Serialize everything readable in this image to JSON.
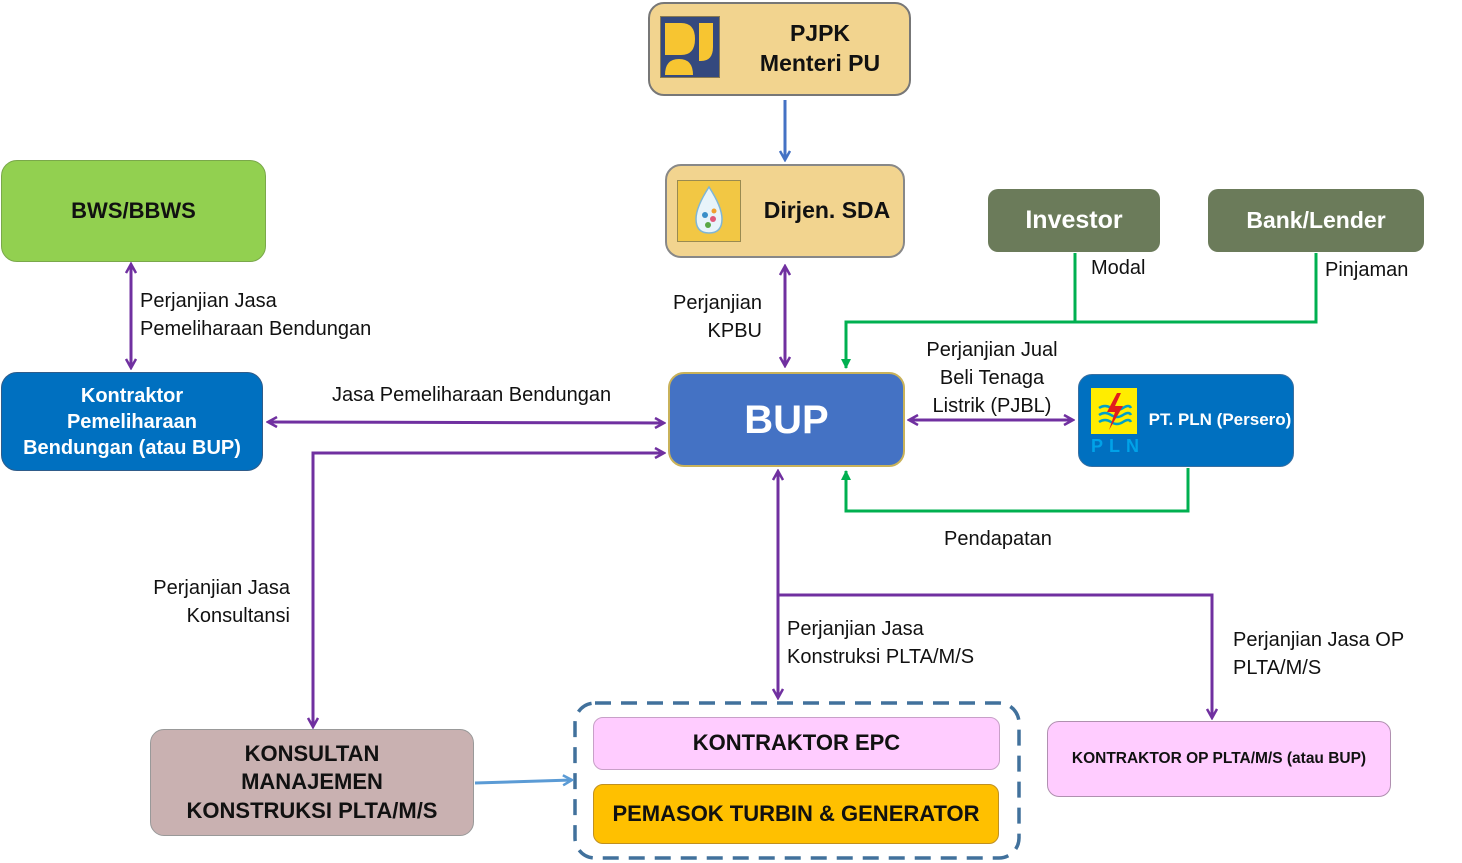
{
  "diagram": {
    "nodes": {
      "pjpk": {
        "label": "PJPK\nMenteri PU",
        "icon": "pu-ministry-logo-icon"
      },
      "dirjen": {
        "label": "Dirjen. SDA",
        "icon": "water-drop-logo-icon"
      },
      "bws": {
        "label": "BWS/BBWS"
      },
      "kontraktor_pemeliharaan": {
        "label": "Kontraktor\nPemeliharaan\nBendungan (atau BUP)"
      },
      "bup": {
        "label": "BUP"
      },
      "investor": {
        "label": "Investor"
      },
      "bank": {
        "label": "Bank/Lender"
      },
      "pln": {
        "label": "PT. PLN (Persero)",
        "logo_text": "PLN",
        "icon": "pln-lightning-logo-icon"
      },
      "konsultan": {
        "label": "KONSULTAN\nMANAJEMEN\nKONSTRUKSI PLTA/M/S"
      },
      "epc": {
        "label": "KONTRAKTOR EPC"
      },
      "turbin": {
        "label": "PEMASOK TURBIN & GENERATOR"
      },
      "op": {
        "label": "KONTRAKTOR OP PLTA/M/S (atau BUP)"
      }
    },
    "edge_labels": {
      "bws_kontraktor": "Perjanjian Jasa\nPemeliharaan Bendungan",
      "jasa_pemeliharaan": "Jasa Pemeliharaan Bendungan",
      "kpbu": "Perjanjian\nKPBU",
      "modal": "Modal",
      "pinjaman": "Pinjaman",
      "pjbl": "Perjanjian Jual\nBeli Tenaga\nListrik (PJBL)",
      "pendapatan": "Pendapatan",
      "konsultansi": "Perjanjian Jasa\nKonsultansi",
      "konstruksi": "Perjanjian Jasa\nKonstruksi PLTA/M/S",
      "op": "Perjanjian Jasa OP\nPLTA/M/S"
    },
    "colors": {
      "agreement_arrow": "#7030a0",
      "finance_line": "#00b050",
      "command_arrow": "#4472c4",
      "consult_arrow": "#5b9bd5",
      "group_border": "#41719c"
    }
  }
}
